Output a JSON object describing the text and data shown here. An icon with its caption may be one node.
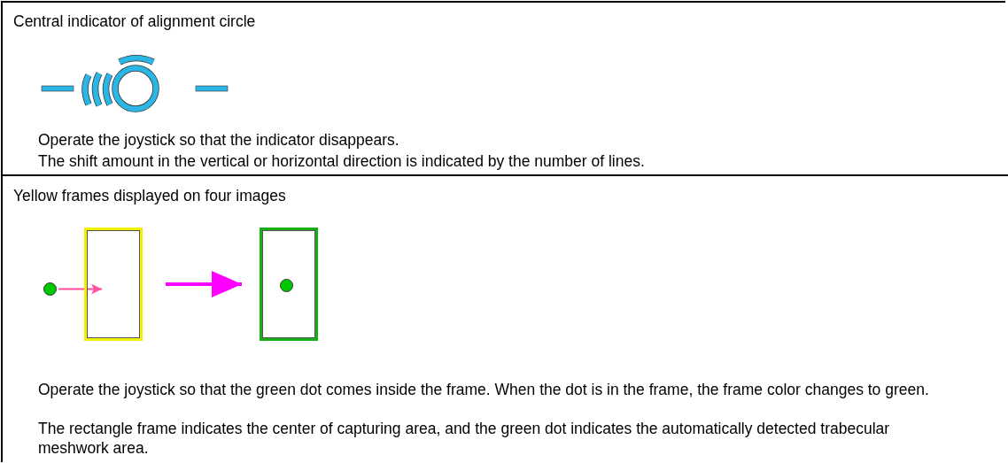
{
  "diagram": {
    "nodes": [
      {
        "text": [],
        "shape": "circle"
      },
      {
        "text": [],
        "shape": "box"
      },
      {
        "text": [],
        "shape": "box"
      },
      {
        "text": [],
        "shape": "circle",
        "in": 2
      }
    ],
    "edges": [
      {
        "from": 0,
        "to": 1,
        "arrow": "to",
        "color": "#ff4fa0"
      },
      {
        "from": 1,
        "to": 2,
        "arrow": "to",
        "style": "thick",
        "color": "#ff00ff"
      }
    ],
    "labels": [
      "Central indicator of alignment circle",
      "Operate the joystick so that the indicator disappears.",
      "The shift amount in the vertical or horizontal direction is indicated by the number of lines.",
      "Yellow frames displayed on four images",
      "Operate the joystick so that the green dot comes inside the frame. When the dot is in the frame, the frame color changes to green.",
      "The rectangle frame indicates the center of capturing area, and the green dot indicates the automatically detected trabecular meshwork area."
    ]
  }
}
